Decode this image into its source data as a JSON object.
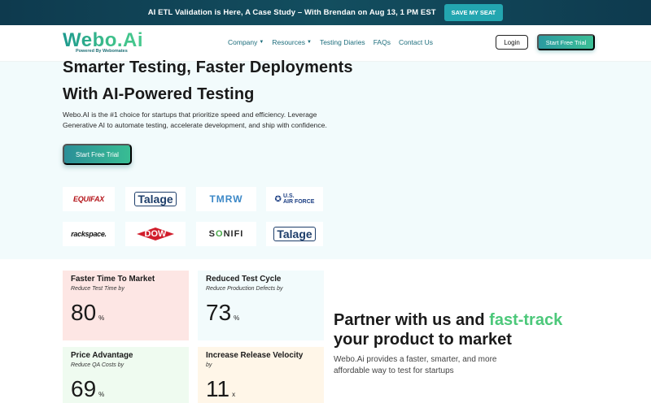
{
  "announcement": {
    "text": "AI ETL Validation is Here, A Case Study – With Brendan on Aug 13, 1 PM EST",
    "button": "SAVE MY SEAT"
  },
  "brand": {
    "name": "Webo.Ai",
    "tagline": "Powered By Webomates"
  },
  "nav": {
    "items": [
      {
        "label": "Company",
        "dropdown": true
      },
      {
        "label": "Resources",
        "dropdown": true
      },
      {
        "label": "Testing Diaries",
        "dropdown": false
      },
      {
        "label": "FAQs",
        "dropdown": false
      },
      {
        "label": "Contact Us",
        "dropdown": false
      }
    ],
    "login": "Login",
    "trial": "Start Free Trial"
  },
  "hero": {
    "line1": "Smarter Testing, Faster Deployments",
    "line2": "With AI-Powered Testing",
    "description": "Webo.AI is the #1 choice for startups that prioritize speed and efficiency. Leverage Generative AI to automate testing, accelerate development, and ship with confidence.",
    "cta": "Start Free Trial"
  },
  "clients": {
    "equifax": "EQUIFAX",
    "talage": "Talage",
    "tmrw": "TMRW",
    "usaf_line1": "U.S.",
    "usaf_line2": "AIR FORCE",
    "rackspace": "rackspace.",
    "dow": "DOW",
    "sonifi_a": "S",
    "sonifi_b": "O",
    "sonifi_c": "NIFI",
    "talage2": "Talage"
  },
  "stats": [
    {
      "title": "Faster Time To Market",
      "subtitle": "Reduce Test Time by",
      "value": "80",
      "unit": "%"
    },
    {
      "title": "Reduced Test Cycle",
      "subtitle": "Reduce Production Defects by",
      "value": "73",
      "unit": "%"
    },
    {
      "title": "Price Advantage",
      "subtitle": "Reduce QA Costs by",
      "value": "69",
      "unit": "%"
    },
    {
      "title": "Increase Release Velocity",
      "subtitle": "by",
      "value": "11",
      "unit": "x"
    }
  ],
  "partner": {
    "heading_a": "Partner with us and ",
    "heading_accent": "fast-track",
    "heading_b": "your product to market",
    "description": "Webo.Ai provides a faster, smarter, and more affordable way to test for startups"
  },
  "colors": {
    "accent": "#3bbf96",
    "brand_dark": "#0e3a4e",
    "hero_bg": "#f2fbfc"
  }
}
